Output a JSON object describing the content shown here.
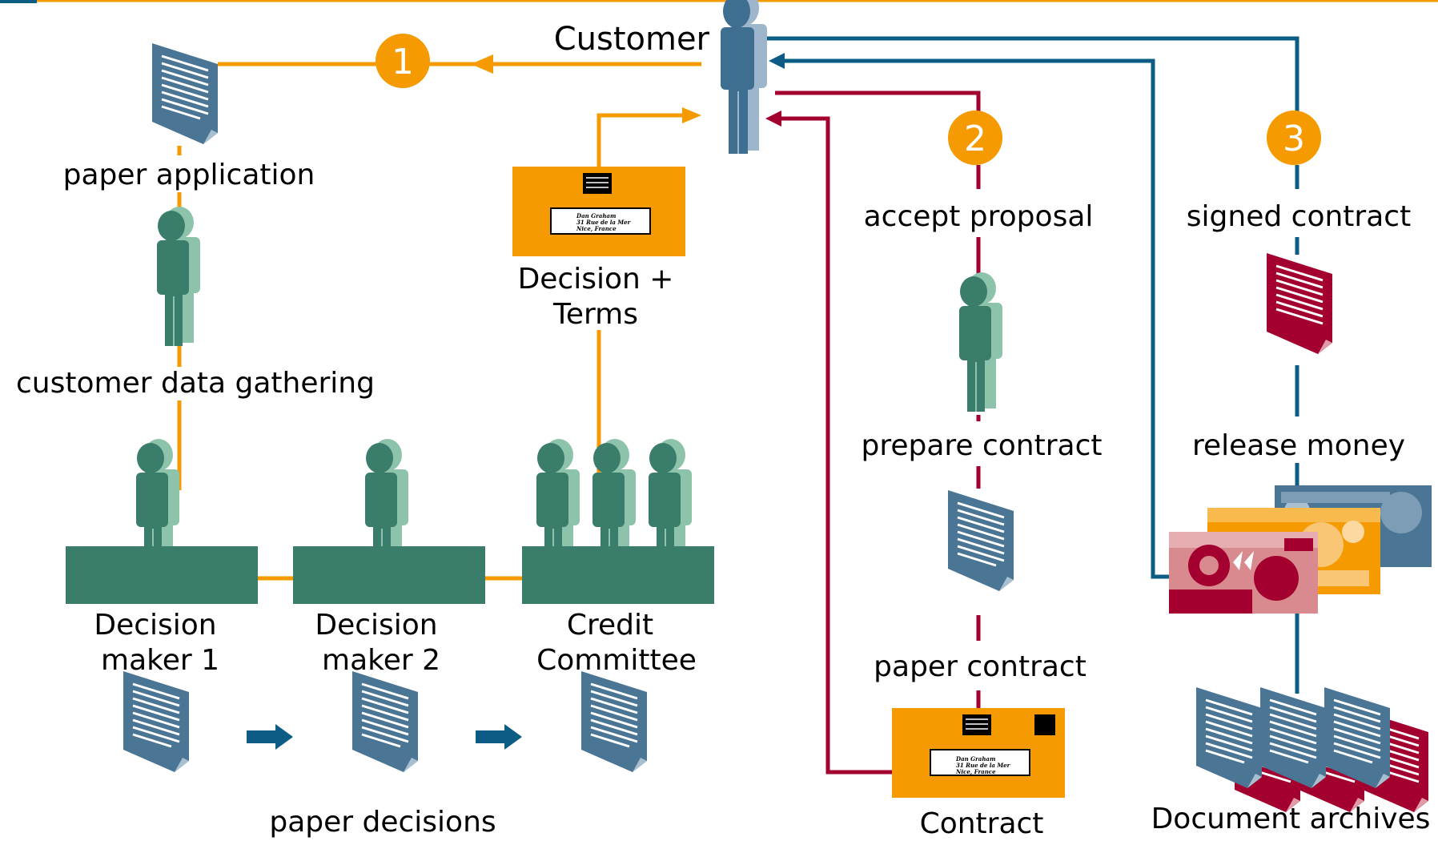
{
  "colors": {
    "orange": "#f59a00",
    "red": "#a3002f",
    "blue": "#0d5c86",
    "doc_blue": "#4a7595",
    "green": "#3a7d6b",
    "green_light": "#8dc3ab"
  },
  "labels": {
    "customer": "Customer",
    "paper_application": "paper application",
    "customer_data_gathering": "customer data gathering",
    "decision_terms_1": "Decision +",
    "decision_terms_2": "Terms",
    "decision_maker_1_a": "Decision",
    "decision_maker_1_b": "maker 1",
    "decision_maker_2_a": "Decision",
    "decision_maker_2_b": "maker 2",
    "credit_committee_a": "Credit",
    "credit_committee_b": "Committee",
    "paper_decisions": "paper decisions",
    "accept_proposal": "accept proposal",
    "prepare_contract": "prepare contract",
    "paper_contract": "paper contract",
    "contract": "Contract",
    "signed_contract": "signed contract",
    "release_money": "release money",
    "document_archives": "Document archives"
  },
  "step_numbers": [
    "1",
    "2",
    "3"
  ],
  "envelope_address": {
    "line1": "Dan Graham",
    "line2": "31 Rue de la Mer",
    "line3": "Nice, France"
  },
  "icons": [
    "person-icon",
    "document-icon",
    "envelope-icon",
    "banknote-icon",
    "desk-icon",
    "arrow-right-icon"
  ]
}
